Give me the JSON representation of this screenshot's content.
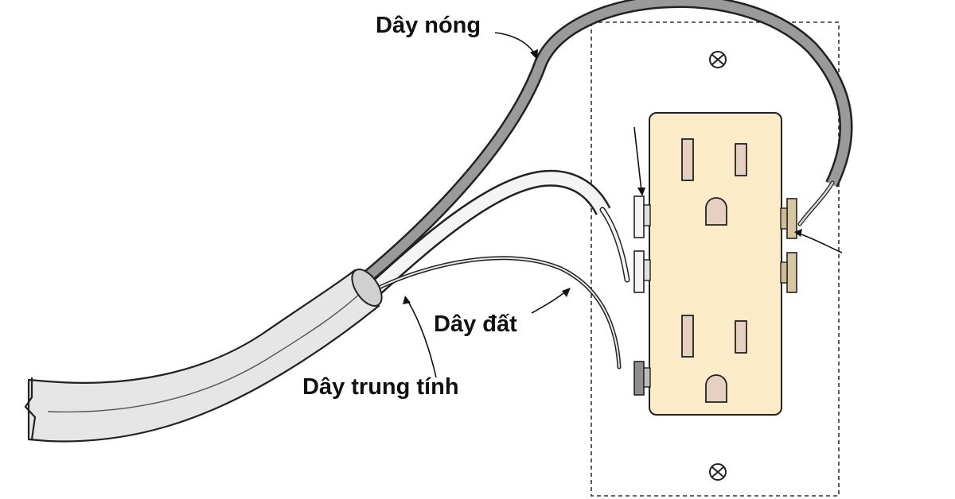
{
  "labels": {
    "hot_wire": "Dây nóng",
    "ground_wire": "Dây đất",
    "neutral_wire": "Dây trung tính"
  },
  "colors": {
    "outlet_body": "#fbebc8",
    "outline": "#222222",
    "cable_fill": "#e6e6e6",
    "hot_wire": "#9a9a9a",
    "neutral_wire": "#f4f4f4",
    "terminal_brass": "#d8c6a2",
    "slot_fill": "#e8d0c0"
  }
}
